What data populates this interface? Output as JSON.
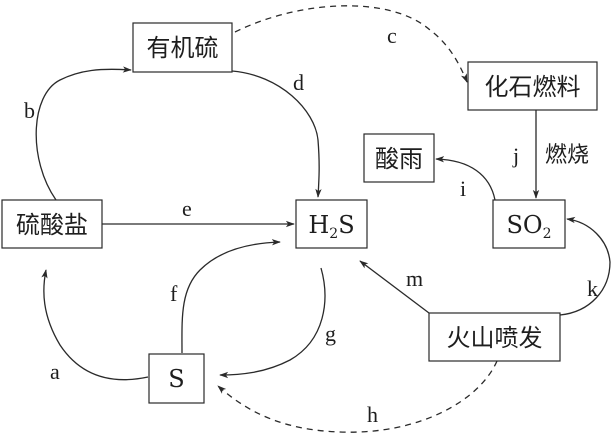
{
  "diagram": {
    "title": "",
    "nodes": {
      "organic_sulfur": "有机硫",
      "fossil_fuel": "化石燃料",
      "acid_rain": "酸雨",
      "sulfate": "硫酸盐",
      "h2s": {
        "main": "H",
        "sub": "2",
        "tail": "S"
      },
      "so2": {
        "main": "SO",
        "sub": "2"
      },
      "sulfur": "S",
      "volcano": "火山喷发"
    },
    "edges": [
      {
        "id": "a",
        "label": "a",
        "from": "S",
        "to": "硫酸盐",
        "style": "solid"
      },
      {
        "id": "b",
        "label": "b",
        "from": "硫酸盐",
        "to": "有机硫",
        "style": "solid"
      },
      {
        "id": "c",
        "label": "c",
        "from": "有机硫",
        "to": "化石燃料",
        "style": "dashed"
      },
      {
        "id": "d",
        "label": "d",
        "from": "有机硫",
        "to": "H2S",
        "style": "solid"
      },
      {
        "id": "e",
        "label": "e",
        "from": "硫酸盐",
        "to": "H2S",
        "style": "solid"
      },
      {
        "id": "f",
        "label": "f",
        "from": "S",
        "to": "H2S",
        "style": "solid"
      },
      {
        "id": "g",
        "label": "g",
        "from": "H2S",
        "to": "S",
        "style": "solid"
      },
      {
        "id": "h",
        "label": "h",
        "from": "火山喷发",
        "to": "S",
        "style": "dashed"
      },
      {
        "id": "i",
        "label": "i",
        "from": "SO2",
        "to": "酸雨",
        "style": "solid"
      },
      {
        "id": "j",
        "label": "j",
        "from": "化石燃料",
        "to": "SO2",
        "style": "solid",
        "note": "燃烧"
      },
      {
        "id": "k",
        "label": "k",
        "from": "火山喷发",
        "to": "SO2",
        "style": "solid"
      },
      {
        "id": "m",
        "label": "m",
        "from": "火山喷发",
        "to": "H2S",
        "style": "solid"
      }
    ]
  }
}
